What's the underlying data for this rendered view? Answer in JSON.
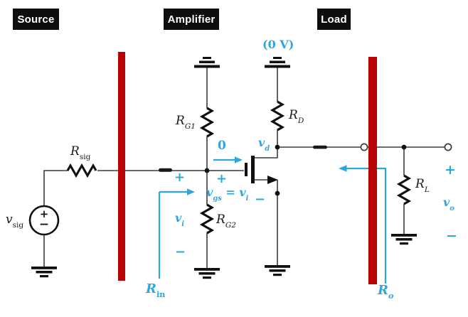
{
  "panels": {
    "source": "Source",
    "amplifier": "Amplifier",
    "load": "Load"
  },
  "colors": {
    "annotation_cyan": "#2aa7df",
    "barrier_red": "#b60404",
    "wire_black": "#3c3c3c",
    "component_black": "#101010",
    "panel_bg": "#0e0e0e",
    "panel_fg": "#ffffff"
  },
  "source_section": {
    "vsig": {
      "base": "v",
      "sub": "sig"
    },
    "rsig": {
      "base": "R",
      "sub": "sig"
    },
    "plus": "+",
    "minus": "−"
  },
  "amplifier_section": {
    "rg1": {
      "base": "R",
      "sub": "G1"
    },
    "rg2": {
      "base": "R",
      "sub": "G2"
    },
    "rd": {
      "base": "R",
      "sub": "D"
    },
    "zero_current": "0",
    "zero_volts": "(0 V)",
    "vd": {
      "base": "v",
      "sub": "d"
    },
    "vgs": {
      "v1": "v",
      "s1": "gs",
      "eq": " = ",
      "v2": "v",
      "s2": "i"
    },
    "vgs_plus": "+",
    "vgs_minus": "−",
    "vi": {
      "base": "v",
      "sub": "i"
    },
    "vi_plus": "+",
    "vi_minus": "−",
    "rin": {
      "base": "R",
      "sub": "in"
    }
  },
  "load_section": {
    "rl": {
      "base": "R",
      "sub": "L"
    },
    "vo": {
      "base": "v",
      "sub": "o"
    },
    "vo_plus": "+",
    "vo_minus": "−",
    "ro": {
      "base": "R",
      "sub": "o"
    }
  }
}
